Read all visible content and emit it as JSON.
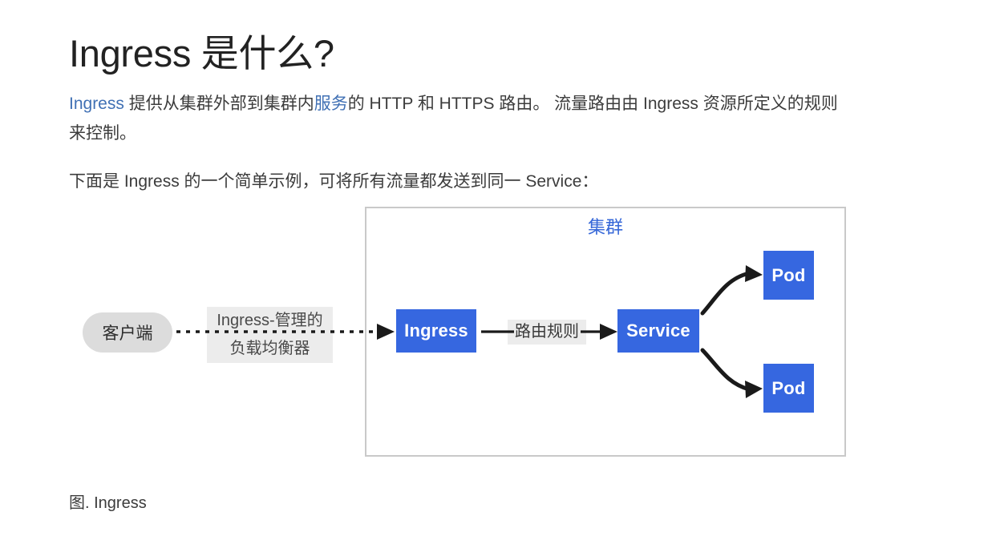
{
  "page": {
    "title": "Ingress 是什么?",
    "paragraphs": [
      {
        "id": "intro",
        "segments": [
          {
            "text": "Ingress",
            "link": true
          },
          {
            "text": " 提供从集群外部到集群内",
            "link": false
          },
          {
            "text": "服务",
            "link": true
          },
          {
            "text": "的 HTTP 和 HTTPS 路由。 流量路由由 Ingress 资源所定义的规则来控制。",
            "link": false
          }
        ],
        "plain": "Ingress 提供从集群外部到集群内服务的 HTTP 和 HTTPS 路由。 流量路由由 Ingress 资源所定义的规则来控制。"
      },
      {
        "id": "example",
        "plain": "下面是 Ingress 的一个简单示例，可将所有流量都发送到同一 Service："
      }
    ],
    "caption": "图. Ingress"
  },
  "figure": {
    "cluster_label": "集群",
    "nodes": {
      "client": "客户端",
      "ingress": "Ingress",
      "service": "Service",
      "pod_top": "Pod",
      "pod_bottom": "Pod"
    },
    "edge_labels": {
      "load_balancer_line1": "Ingress-管理的",
      "load_balancer_line2": "负载均衡器",
      "routing_rules": "路由规则"
    }
  },
  "colors": {
    "node_blue": "#3667e0",
    "cluster_title_blue": "#3567d8",
    "link_blue": "#4070b4",
    "cluster_border": "#c9c9c9",
    "client_pill_gray": "#dcdcdc",
    "label_gray": "#ececec",
    "arrow_black": "#1a1a1a",
    "text_dark": "#3c3c3c"
  }
}
